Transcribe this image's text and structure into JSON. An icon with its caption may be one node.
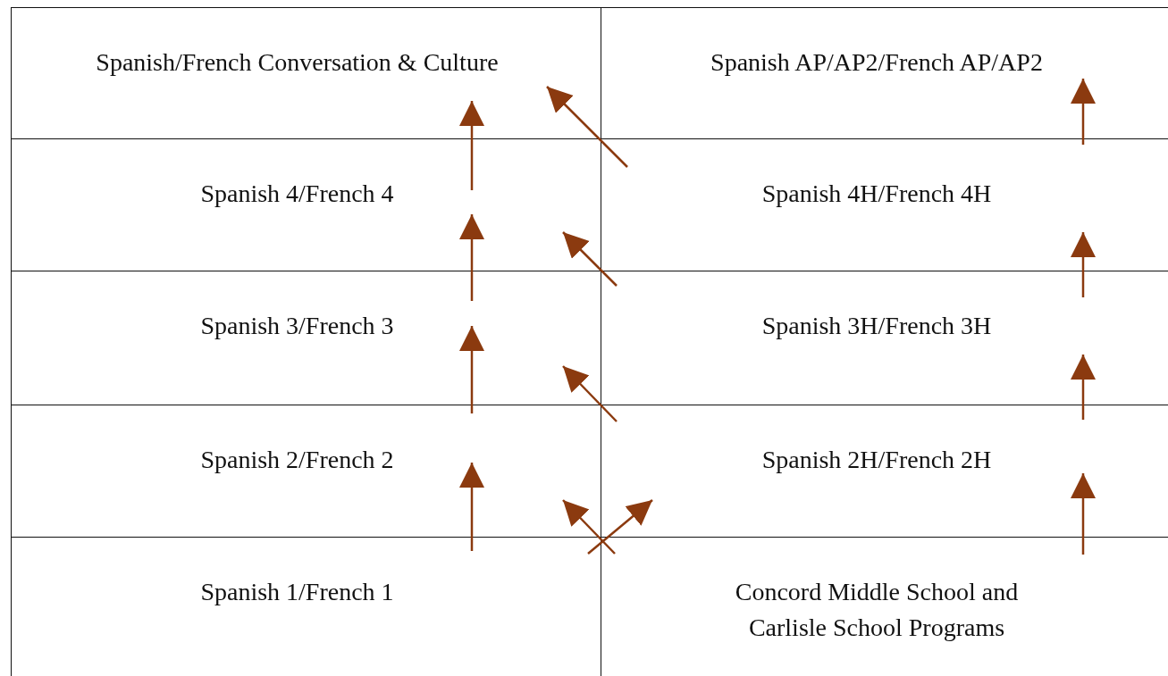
{
  "diagram": {
    "nodes": [
      {
        "text": [
          "Spanish/French Conversation & Culture"
        ]
      },
      {
        "text": [
          "Spanish AP/AP2/French AP/AP2"
        ]
      },
      {
        "text": [
          "Spanish 4/French 4"
        ]
      },
      {
        "text": [
          "Spanish 4H/French 4H"
        ]
      },
      {
        "text": [
          "Spanish 3/French 3"
        ]
      },
      {
        "text": [
          "Spanish 3H/French 3H"
        ]
      },
      {
        "text": [
          "Spanish 2/French 2"
        ]
      },
      {
        "text": [
          "Spanish 2H/French 2H"
        ]
      },
      {
        "text": [
          "Spanish 1/French 1"
        ]
      },
      {
        "text": [
          "Concord Middle School and Carlisle School Programs"
        ]
      }
    ],
    "edges": [
      {
        "from": 8,
        "to": 6,
        "arrow": "to"
      },
      {
        "from": 6,
        "to": 4,
        "arrow": "to"
      },
      {
        "from": 4,
        "to": 2,
        "arrow": "to"
      },
      {
        "from": 2,
        "to": 0,
        "arrow": "to"
      },
      {
        "from": 9,
        "to": 7,
        "arrow": "to"
      },
      {
        "from": 7,
        "to": 5,
        "arrow": "to"
      },
      {
        "from": 5,
        "to": 3,
        "arrow": "to"
      },
      {
        "from": 3,
        "to": 1,
        "arrow": "to"
      },
      {
        "from": 9,
        "to": 6,
        "arrow": "to"
      },
      {
        "from": 8,
        "to": 7,
        "arrow": "to"
      },
      {
        "from": 7,
        "to": 4,
        "arrow": "to"
      },
      {
        "from": 5,
        "to": 2,
        "arrow": "to"
      },
      {
        "from": 3,
        "to": 0,
        "arrow": "to"
      }
    ]
  }
}
